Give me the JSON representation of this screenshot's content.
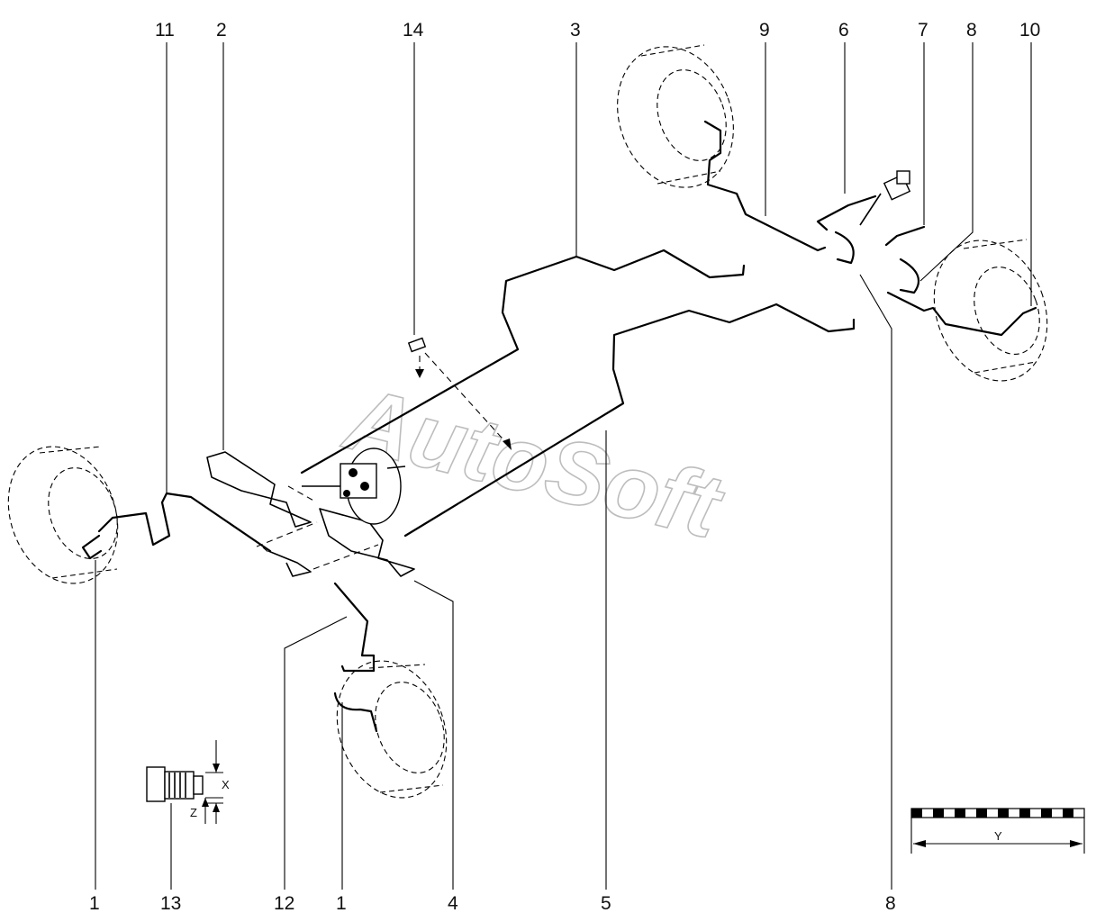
{
  "watermark": "AutoSoft",
  "callouts_top": [
    "11",
    "2",
    "14",
    "3",
    "9",
    "6",
    "7",
    "8",
    "10"
  ],
  "callouts_bottom": [
    "1",
    "13",
    "12",
    "1",
    "4",
    "5",
    "8"
  ],
  "detail_labels": {
    "x": "X",
    "z": "Z"
  },
  "scale_label": "Y"
}
